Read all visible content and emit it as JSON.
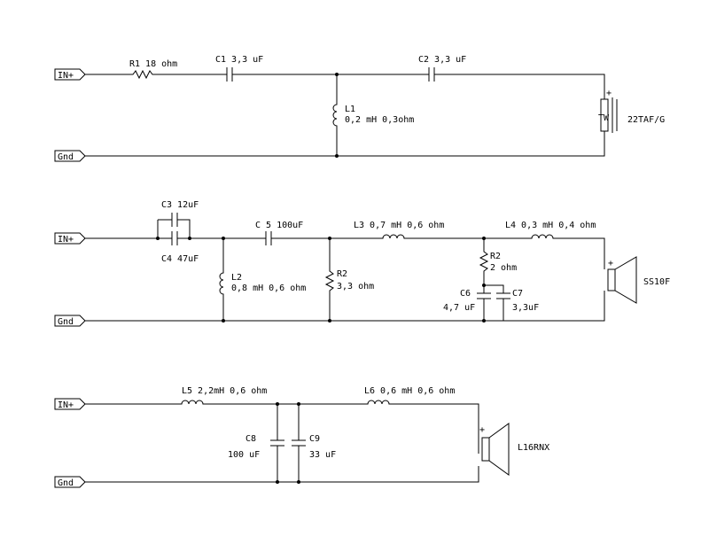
{
  "tweeter": {
    "in_label": "IN+",
    "gnd_label": "Gnd",
    "r1_label": "R1 18 ohm",
    "c1_label": "C1  3,3 uF",
    "c2_label": "C2  3,3 uF",
    "l1_name": "L1",
    "l1_value": "0,2 mH  0,3ohm",
    "speaker_tag": "TW",
    "speaker_plus": "+",
    "speaker_model": "22TAF/G"
  },
  "mid": {
    "in_label": "IN+",
    "gnd_label": "Gnd",
    "c3_label": "C3 12uF",
    "c4_label": "C4 47uF",
    "c5_label": "C 5 100uF",
    "l2_name": "L2",
    "l2_value": "0,8 mH 0,6 ohm",
    "r2a_name": "R2",
    "r2a_value": "3,3 ohm",
    "l3_label": "L3  0,7 mH 0,6 ohm",
    "l4_label": "L4  0,3 mH 0,4 ohm",
    "r2b_name": "R2",
    "r2b_value": "2 ohm",
    "c6_name": "C6",
    "c6_value": "4,7 uF",
    "c7_name": "C7",
    "c7_value": "3,3uF",
    "speaker_plus": "+",
    "speaker_model": "SS10F"
  },
  "woofer": {
    "in_label": "IN+",
    "gnd_label": "Gnd",
    "l5_label": "L5 2,2mH 0,6 ohm",
    "l6_label": "L6 0,6 mH 0,6 ohm",
    "c8_name": "C8",
    "c8_value": "100 uF",
    "c9_name": "C9",
    "c9_value": "33 uF",
    "speaker_plus": "+",
    "speaker_model": "L16RNX"
  }
}
